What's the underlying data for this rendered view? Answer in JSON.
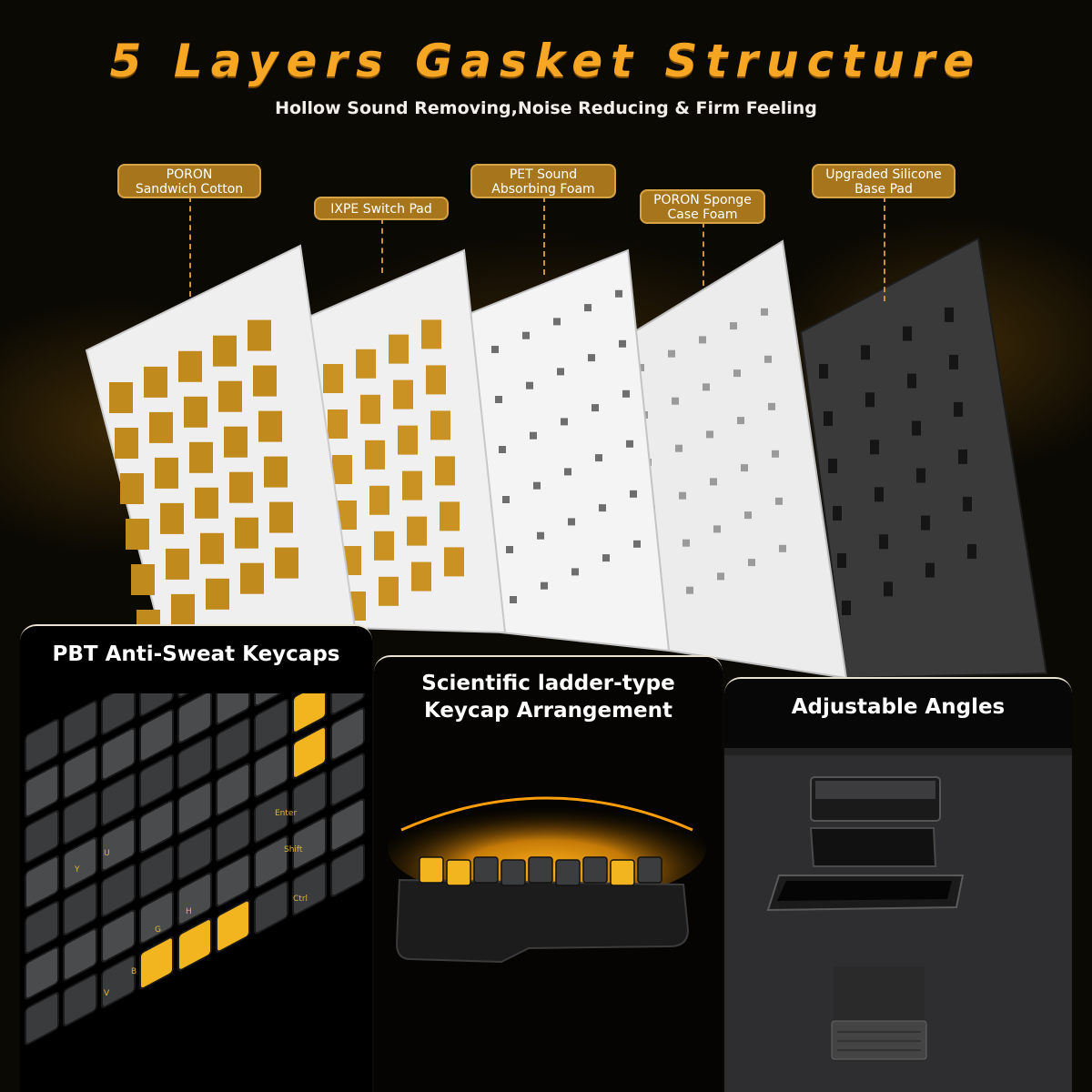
{
  "header": {
    "title": "5 Layers Gasket Structure",
    "subtitle": "Hollow Sound Removing,Noise Reducing & Firm Feeling"
  },
  "layers": [
    {
      "line1": "PORON",
      "line2": "Sandwich Cotton"
    },
    {
      "line1": "IXPE Switch Pad",
      "line2": ""
    },
    {
      "line1": "PET Sound",
      "line2": "Absorbing Foam"
    },
    {
      "line1": "PORON Sponge",
      "line2": "Case Foam"
    },
    {
      "line1": "Upgraded Silicone",
      "line2": "Base Pad"
    }
  ],
  "features": [
    {
      "line1": "PBT Anti-Sweat Keycaps",
      "line2": ""
    },
    {
      "line1": "Scientific ladder-type",
      "line2": "Keycap Arrangement"
    },
    {
      "line1": "Adjustable Angles",
      "line2": ""
    }
  ],
  "keycap_legends": [
    "Enter",
    "Shift",
    "Ctrl",
    "B",
    "V",
    "G",
    "H",
    "Y",
    "U"
  ],
  "colors": {
    "accent": "#f6a623",
    "tag_fill": "#a7761c",
    "keycap_yellow": "#f3b51f",
    "keycap_gray": "#4a4b4d",
    "background": "#0b0904"
  }
}
